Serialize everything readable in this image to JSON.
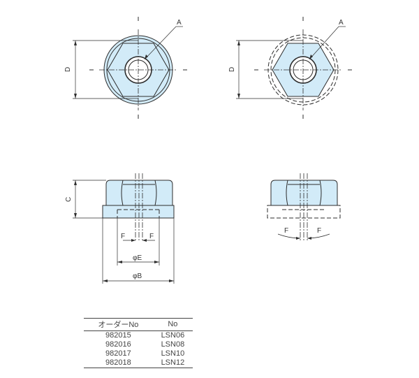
{
  "labels": {
    "hole_marker": "A",
    "diameter_across": "D",
    "height": "C",
    "clearance_angle": "F",
    "bore_dia": "φE",
    "flange_dia": "φB"
  },
  "table": {
    "headers": [
      "オーダーNo",
      "No"
    ],
    "rows": [
      [
        "982015",
        "LSN06"
      ],
      [
        "982016",
        "LSN08"
      ],
      [
        "982017",
        "LSN10"
      ],
      [
        "982018",
        "LSN12"
      ]
    ]
  },
  "colors": {
    "part_fill": "#d2ebf8",
    "outline": "#2d2d2d"
  }
}
